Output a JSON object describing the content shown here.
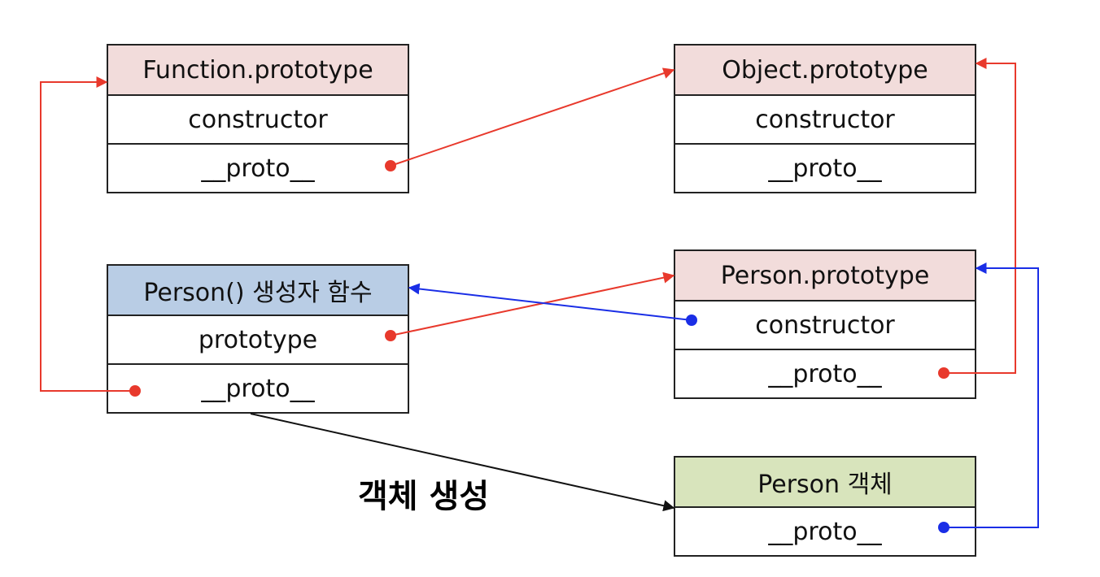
{
  "boxes": {
    "function_prototype": {
      "title": "Function.prototype",
      "fields": [
        "constructor",
        "__proto__"
      ]
    },
    "object_prototype": {
      "title": "Object.prototype",
      "fields": [
        "constructor",
        "__proto__"
      ]
    },
    "person_constructor": {
      "title": "Person() 생성자 함수",
      "fields": [
        "prototype",
        "__proto__"
      ]
    },
    "person_prototype": {
      "title": "Person.prototype",
      "fields": [
        "constructor",
        "__proto__"
      ]
    },
    "person_object": {
      "title": "Person 객체",
      "fields": [
        "__proto__"
      ]
    }
  },
  "caption": "객체 생성",
  "colors": {
    "proto_link": "#e8392c",
    "constructor_link": "#1a2ee6",
    "creation_link": "#111111"
  }
}
